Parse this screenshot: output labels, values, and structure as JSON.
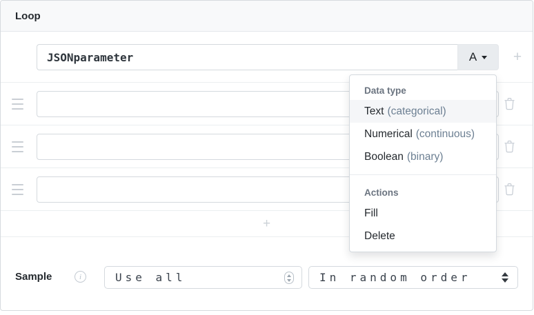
{
  "window": {
    "title": "Loop"
  },
  "parameter_header": {
    "name_value": "JSONparameter",
    "type_button": {
      "label": "A"
    },
    "add_column_label": "+"
  },
  "grid": {
    "rows": [
      {
        "value": ""
      },
      {
        "value": ""
      },
      {
        "value": ""
      }
    ],
    "add_row_label": "+"
  },
  "type_dropdown": {
    "data_type_header": "Data type",
    "options": [
      {
        "label": "Text",
        "detail": "(categorical)",
        "highlighted": true
      },
      {
        "label": "Numerical",
        "detail": "(continuous)",
        "highlighted": false
      },
      {
        "label": "Boolean",
        "detail": "(binary)",
        "highlighted": false
      }
    ],
    "actions_header": "Actions",
    "actions": [
      {
        "label": "Fill"
      },
      {
        "label": "Delete"
      }
    ]
  },
  "footer": {
    "sample_label": "Sample",
    "info_icon": "i",
    "sample_mode_select": {
      "value": "Use all"
    },
    "order_select": {
      "value": "In random order"
    }
  },
  "colors": {
    "header_bg": "#f8f9fa",
    "border": "#d6dade",
    "row_border": "#ebeef0",
    "text_dark": "#24292e",
    "muted_detail": "#6c7f92",
    "icon_gray": "#c6ccd4",
    "type_button_bg": "#e9ecef",
    "highlight_bg": "#f5f6f8"
  }
}
